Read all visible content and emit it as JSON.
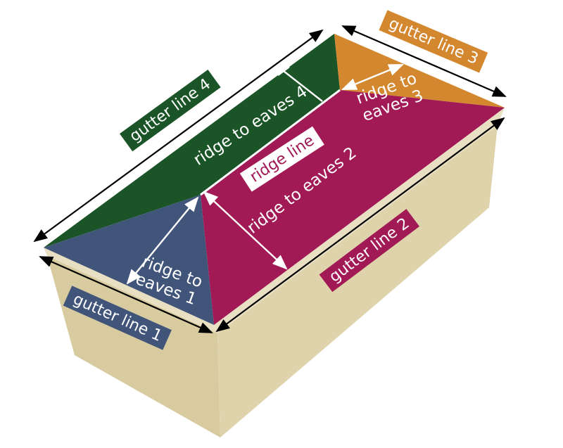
{
  "labels": {
    "gutter_line_1": "gutter line 1",
    "gutter_line_2": "gutter line 2",
    "gutter_line_3": "gutter line 3",
    "gutter_line_4": "gutter line 4",
    "ridge_line": "ridge line",
    "ridge_to_eaves_1": {
      "line1": "ridge to",
      "line2": "eaves 1"
    },
    "ridge_to_eaves_2": "ridge to eaves 2",
    "ridge_to_eaves_3": {
      "line1": "ridge to",
      "line2": "eaves 3"
    },
    "ridge_to_eaves_4": "ridge to eaves 4"
  },
  "colors": {
    "back_slope_green": "#1b5427",
    "front_slope_crimson": "#a11955",
    "left_hip_blue": "#41547a",
    "right_hip_orange": "#d3872f",
    "wall_left": "#d8cba0",
    "wall_right": "#ded3ab",
    "fascia": "#e9e0c4",
    "dimension_arrow_black": "#000000",
    "measure_line_white": "#ffffff",
    "ridge_badge_background": "#ffffff",
    "ridge_badge_text": "#a11955",
    "background": "#ffffff"
  }
}
